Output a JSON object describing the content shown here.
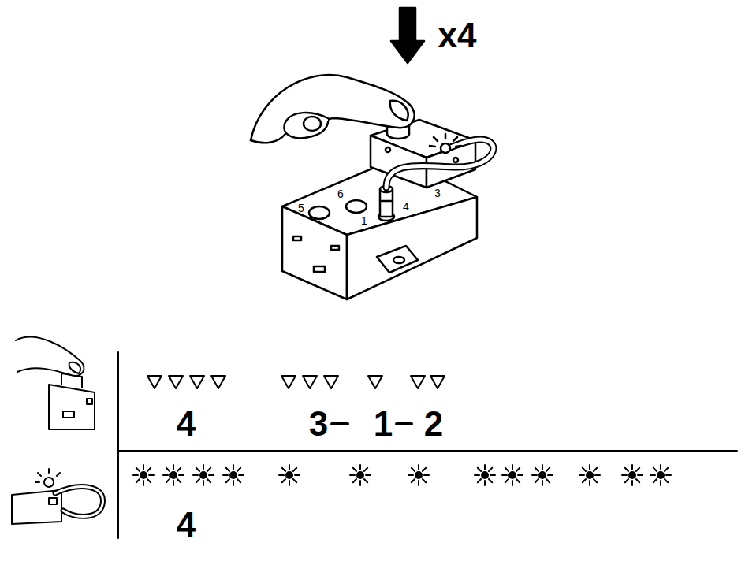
{
  "diagram": {
    "labels": [
      "x4",
      "5",
      "6",
      "3",
      "4",
      "1",
      "4",
      "3",
      "1",
      "2",
      "4"
    ]
  }
}
